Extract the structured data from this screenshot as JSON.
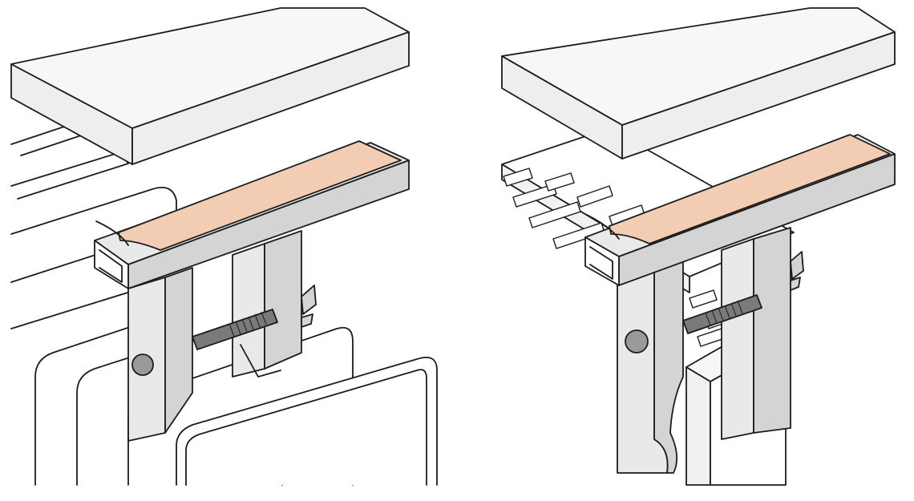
{
  "figure": {
    "panels": [
      {
        "id": "left",
        "description_key": "clamp-on-stacked-panels"
      },
      {
        "id": "right",
        "description_key": "clamp-on-perforated-tray"
      }
    ],
    "colors": {
      "line": "#1c1c1c",
      "metal": "#e9e9e9",
      "metal_shade": "#d4d4d4",
      "wood_face": "#f7f7f7",
      "wood_edge": "#eeeeee",
      "adhesive_tape": "#f2cdb3",
      "pivot_pin": "#9a9a9a",
      "screw_thread": "#7a7a7a",
      "background": "#ffffff"
    }
  }
}
